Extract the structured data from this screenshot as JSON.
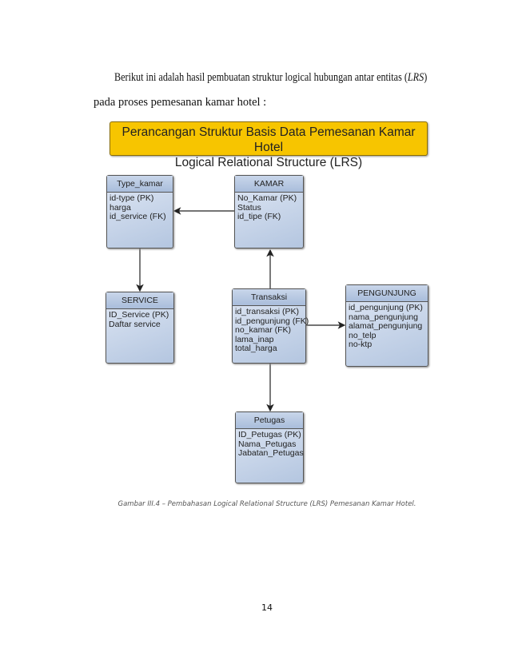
{
  "paragraph": {
    "line1": "Berikut ini adalah hasil pembuatan struktur logical hubungan antar entitas (LRS)",
    "line1_pre": "Berikut ini adalah hasil pembuatan struktur logical hubungan antar entitas (",
    "line1_em": "LRS",
    "line1_post": ")",
    "line2": "pada proses pemesanan kamar hotel :"
  },
  "diagram": {
    "title_line1": "Perancangan Struktur Basis Data Pemesanan Kamar Hotel",
    "title_line2": "Logical Relational Structure (LRS)",
    "title_color": "#f7c500",
    "entities": [
      {
        "name": "Type_kamar",
        "fields": [
          "id-type (PK)",
          " harga",
          "id_service (FK)"
        ]
      },
      {
        "name": "KAMAR",
        "fields": [
          "No_Kamar (PK)",
          "Status",
          "id_tipe (FK)"
        ]
      },
      {
        "name": "SERVICE",
        "fields": [
          "ID_Service (PK)",
          "Daftar service"
        ]
      },
      {
        "name": "Transaksi",
        "fields": [
          "id_transaksi (PK)",
          "id_pengunjung (FK)",
          "no_kamar (FK)",
          "lama_inap",
          "total_harga"
        ]
      },
      {
        "name": "PENGUNJUNG",
        "fields": [
          "id_pengunjung (PK)",
          "nama_pengunjung",
          "alamat_pengunjung",
          "no_telp",
          "no-ktp"
        ]
      },
      {
        "name": "Petugas",
        "fields": [
          "ID_Petugas (PK)",
          "Nama_Petugas",
          "Jabatan_Petugas"
        ]
      }
    ],
    "relations": [
      {
        "from": "KAMAR",
        "to": "Type_kamar"
      },
      {
        "from": "Type_kamar",
        "to": "SERVICE"
      },
      {
        "from": "Transaksi",
        "to": "KAMAR"
      },
      {
        "from": "Transaksi",
        "to": "PENGUNJUNG"
      },
      {
        "from": "Transaksi",
        "to": "Petugas"
      }
    ]
  },
  "caption": "Gambar III.4 – Pembahasan Logical Relational Structure (LRS) Pemesanan Kamar Hotel.",
  "page_number": "14"
}
